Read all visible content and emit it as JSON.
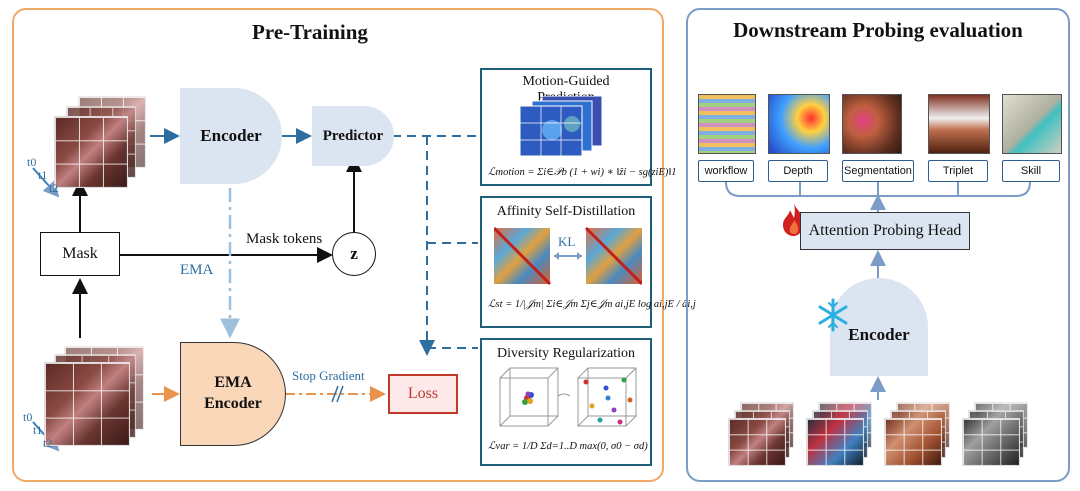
{
  "pretraining": {
    "title": "Pre-Training",
    "encoder_label": "Encoder",
    "predictor_label": "Predictor",
    "mask_label": "Mask",
    "mask_tokens_label": "Mask tokens",
    "z_label": "z",
    "ema_label": "EMA",
    "ema_encoder_line1": "EMA",
    "ema_encoder_line2": "Encoder",
    "stop_gradient_label": "Stop Gradient",
    "loss_label": "Loss",
    "time_labels_top": [
      "t0",
      "t1",
      "t2"
    ],
    "time_labels_bottom": [
      "t0",
      "t1",
      "t2"
    ],
    "colors": {
      "panel_border": "#f0a868",
      "encoder_fill": "#dbe5f1",
      "ema_fill": "#f9d7b8",
      "loss_border": "#c0392b",
      "arrow": "#2e6e9e",
      "ema_arrow": "#e8944f"
    }
  },
  "loss_cards": [
    {
      "title_line1": "Motion-Guided",
      "title_line2": "Prediction",
      "formula": "ℒmotion = Σi∈𝒫b (1 + wi) ∗ ‖ẑi − sg(ziE)‖1"
    },
    {
      "title_line1": "Affinity Self-Distillation",
      "title_line2": "",
      "kl_label": "KL",
      "formula": "ℒst = 1/|𝒥m| Σi∈𝒥m Σj∈𝒥m ai,jE log ai,jE / âi,j"
    },
    {
      "title_line1": "Diversity Regularization",
      "title_line2": "",
      "formula": "ℒvar = 1/D Σd=1..D max(0, σ0 − σd)"
    }
  ],
  "downstream": {
    "title": "Downstream Probing evaluation",
    "head_label": "Attention Probing Head",
    "encoder_label": "Encoder",
    "tasks": [
      "workflow",
      "Depth",
      "Segmentation",
      "Triplet",
      "Skill"
    ],
    "fire_icon": "fire-icon",
    "frozen_icon": "snowflake-icon",
    "colors": {
      "panel_border": "#7a9cc6",
      "encoder_fill": "#dbe5f1",
      "task_border": "#2f5f8f"
    }
  }
}
